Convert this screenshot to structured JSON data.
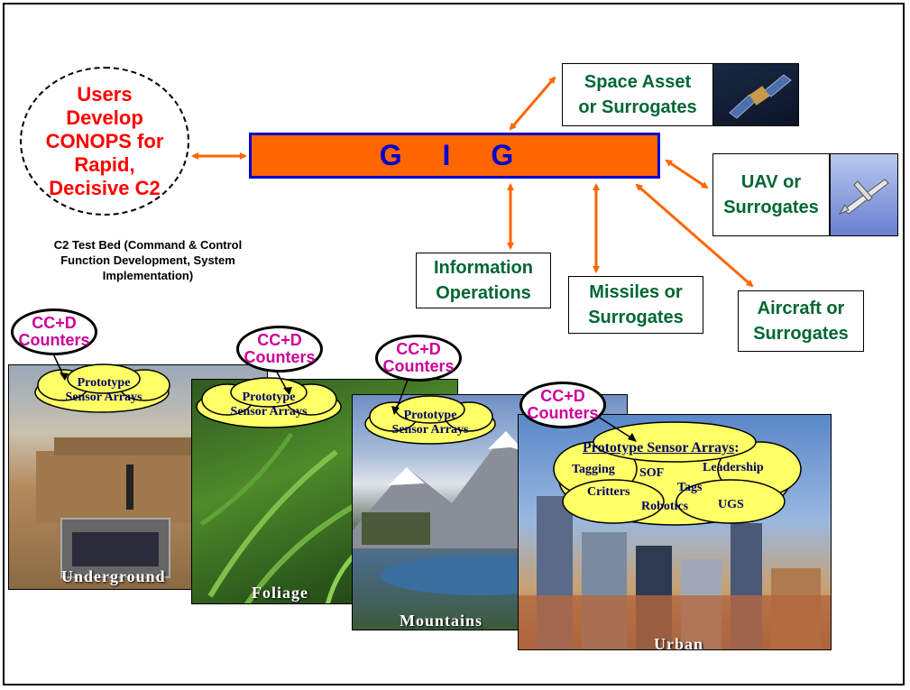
{
  "users_ellipse": {
    "text": "Users\nDevelop\nCONOPS for\nRapid,\nDecisive C2"
  },
  "caption": "C2 Test Bed (Command & Control\nFunction Development, System\nImplementation)",
  "gig": {
    "label": "G I G"
  },
  "boxes": {
    "space": "Space Asset\nor Surrogates",
    "uav": "UAV or\nSurrogates",
    "info_ops": "Information\nOperations",
    "missiles": "Missiles or\nSurrogates",
    "aircraft": "Aircraft or\nSurrogates"
  },
  "ccd_label": "CC+D\nCounters",
  "terrains": [
    {
      "label": "Underground",
      "cloud": "Prototype\nSensor Arrays"
    },
    {
      "label": "Foliage",
      "cloud": "Prototype\nSensor Arrays"
    },
    {
      "label": "Mountains",
      "cloud": "Prototype\nSensor Arrays"
    },
    {
      "label": "Urban",
      "cloud_title": "Prototype Sensor Arrays",
      "cloud_colon": ":"
    }
  ],
  "urban_items": {
    "tagging": "Tagging",
    "sof": "SOF",
    "leadership": "Leadership",
    "critters": "Critters",
    "tags": "Tags",
    "robotics": "Robotics",
    "ugs": "UGS"
  },
  "colors": {
    "arrow": "#ff6600",
    "gig_fill": "#ff6600",
    "gig_text": "#0000cc",
    "box_text": "#006633",
    "ccd_text": "#cc0099",
    "users_text": "#ff0000",
    "cloud": "#ffff66"
  }
}
